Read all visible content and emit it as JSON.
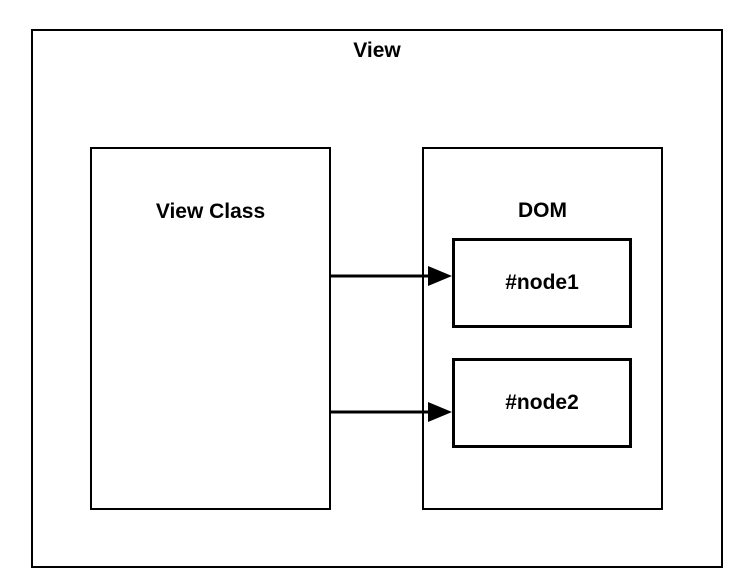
{
  "diagram": {
    "title": "View",
    "colors": {
      "stroke": "#000000",
      "background": "#ffffff",
      "text": "#000000"
    },
    "outer_container": {
      "label": "View"
    },
    "left_panel": {
      "label": "View Class"
    },
    "right_panel": {
      "label": "DOM",
      "children": [
        {
          "label": "#node1"
        },
        {
          "label": "#node2"
        }
      ]
    },
    "connections": [
      {
        "from": "View Class",
        "to": "#node1",
        "arrow": "arrow-right-icon"
      },
      {
        "from": "View Class",
        "to": "#node2",
        "arrow": "arrow-right-icon"
      }
    ]
  }
}
